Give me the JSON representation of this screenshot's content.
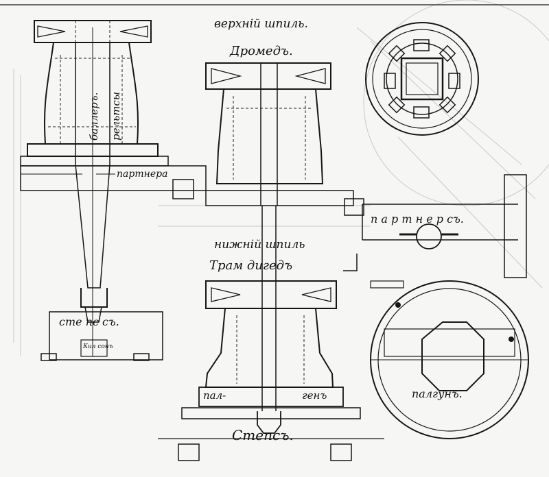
{
  "labels": {
    "upper_capstan": "верхній шпиль.",
    "dromedary": "Дромедъ.",
    "partners_left": "партнера",
    "partners_right": "п а р т н е р съ.",
    "lower_capstan": "нижній шпиль",
    "trans_dromedary": "Трам дигедъ",
    "step_left": "сте пс съ.",
    "step_bottom": "Степсъ.",
    "pawl_block": "Кил сонъ",
    "pawl_left": "пал-",
    "pawl_right": "генъ",
    "pawl_ring": "палгунъ.",
    "barrel": "баллеръ.",
    "whelps": "рельтсы"
  },
  "colors": {
    "ink": "#161616",
    "paper": "#f6f6f4",
    "ghost": "#c8c8c8"
  }
}
